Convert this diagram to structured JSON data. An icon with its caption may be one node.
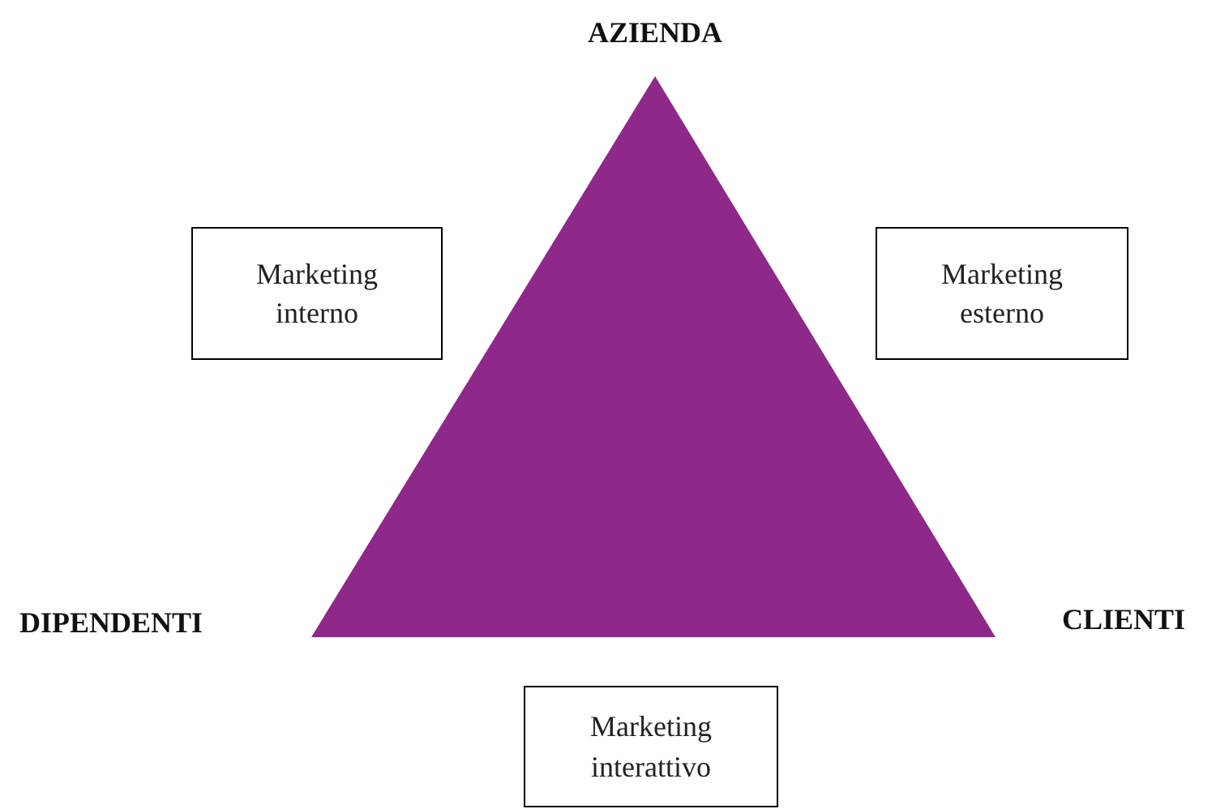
{
  "diagram": {
    "nodes": [
      {
        "text": [
          "Marketing interno"
        ]
      },
      {
        "text": [
          "Marketing esterno"
        ]
      },
      {
        "text": [
          "Marketing interattivo"
        ]
      }
    ],
    "labels": [
      "AZIENDA",
      "DIPENDENTI",
      "CLIENTI"
    ]
  }
}
